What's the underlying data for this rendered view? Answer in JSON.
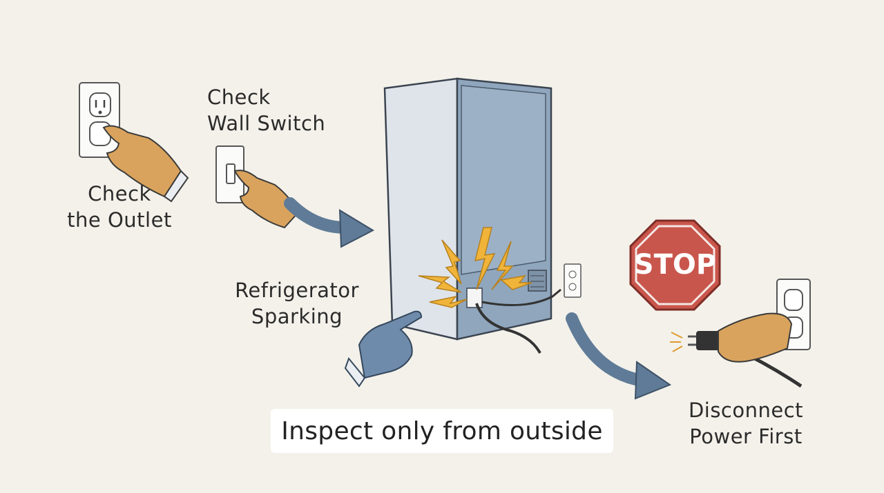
{
  "labels": {
    "check_outlet": [
      "Check",
      "the Outlet"
    ],
    "check_wall_switch": [
      "Check",
      "Wall Switch"
    ],
    "refrigerator_sparking": [
      "Refrigerator",
      "Sparking"
    ],
    "disconnect_power": [
      "Disconnect",
      "Power First"
    ]
  },
  "stop_sign": {
    "text": "STOP"
  },
  "caption": "Inspect only from outside",
  "colors": {
    "background": "#f3f1ea",
    "fridge_front": "#dfe4ea",
    "fridge_side": "#8fa6bd",
    "arrow": "#5f7b97",
    "glove": "#d9a35d",
    "stop_red": "#c9564c",
    "spark": "#f0b43a"
  },
  "icons": [
    "hand-pointing-icon",
    "outlet-icon",
    "switch-icon",
    "refrigerator-icon",
    "spark-icon",
    "stop-sign-icon",
    "plug-icon",
    "arrow-icon"
  ]
}
